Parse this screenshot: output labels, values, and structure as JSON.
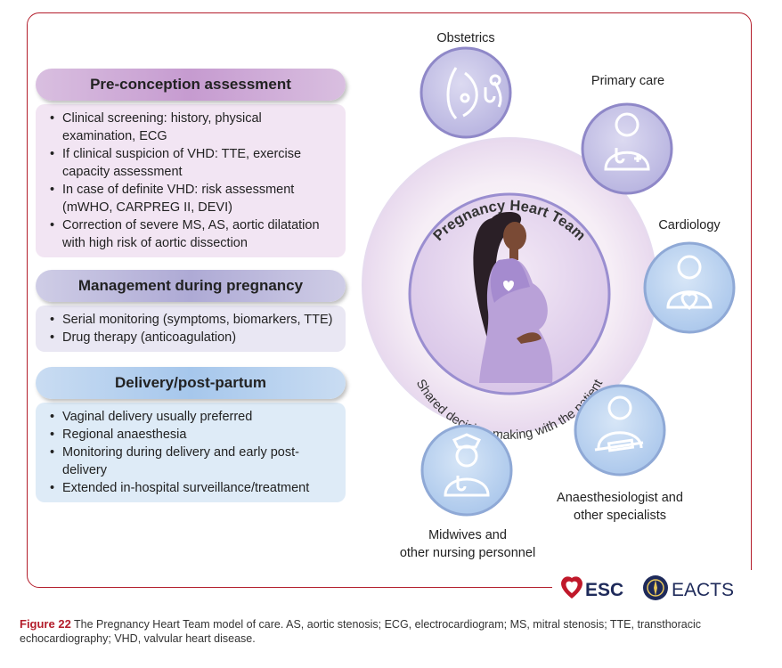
{
  "sections": [
    {
      "title": "Pre-conception assessment",
      "items": [
        "Clinical screening: history, physical examination, ECG",
        "If clinical suspicion of VHD: TTE, exercise capacity assessment",
        "In case of definite VHD: risk assessment (mWHO, CARPREG II, DEVI)",
        "Correction of severe MS, AS, aortic dilatation with high risk of aortic dissection"
      ]
    },
    {
      "title": "Management during pregnancy",
      "items": [
        "Serial monitoring (symptoms, biomarkers, TTE)",
        "Drug therapy (anticoagulation)"
      ]
    },
    {
      "title": "Delivery/post-partum",
      "items": [
        "Vaginal delivery usually preferred",
        "Regional anaesthesia",
        "Monitoring during delivery and early post-delivery",
        "Extended in-hospital surveillance/treatment"
      ]
    }
  ],
  "team": {
    "title": "Pregnancy Heart Team",
    "subtitle": "Shared decision-making with the patient"
  },
  "specialists": [
    {
      "label": "Obstetrics",
      "icon": "obstetrics-icon"
    },
    {
      "label": "Primary care",
      "icon": "primary-care-icon"
    },
    {
      "label": "Cardiology",
      "icon": "cardiology-icon"
    },
    {
      "label": "Anaesthesiologist and other specialists",
      "label_l1": "Anaesthesiologist and",
      "label_l2": "other specialists",
      "icon": "anaesthesiologist-icon"
    },
    {
      "label": "Midwives and other nursing personnel",
      "label_l1": "Midwives and",
      "label_l2": "other nursing personnel",
      "icon": "midwife-icon"
    }
  ],
  "logos": {
    "esc": "ESC",
    "eacts": "EACTS"
  },
  "caption": {
    "figure": "Figure 22",
    "text": "The Pregnancy Heart Team model of care. AS, aortic stenosis; ECG, electrocardiogram; MS, mitral stenosis; TTE, transthoracic echocardiography; VHD, valvular heart disease."
  },
  "colors": {
    "brand_red": "#b31d2b",
    "circle_fill": "#c4c2e6",
    "circle_stroke": "#8f88c8"
  }
}
